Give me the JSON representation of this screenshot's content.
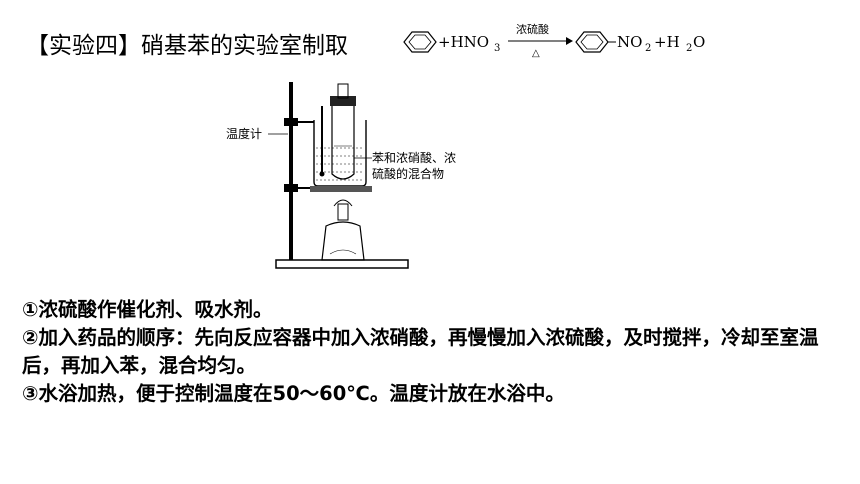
{
  "title": "【实验四】硝基苯的实验室制取",
  "equation": {
    "reactant_2": "+HNO",
    "reactant_2_sub": "3",
    "catalyst": "浓硫酸",
    "condition": "△",
    "product_group": "NO",
    "product_group_sub": "2",
    "plus": "+H",
    "water_sub": "2",
    "water_o": "O"
  },
  "apparatus": {
    "thermometer_label": "温度计",
    "mixture_label_line1": "苯和浓硝酸、浓",
    "mixture_label_line2": "硫酸的混合物"
  },
  "notes": [
    "①浓硫酸作催化剂、吸水剂。",
    "②加入药品的顺序：先向反应容器中加入浓硝酸，再慢慢加入浓硫酸，及时搅拌，冷却至室温后，再加入苯，混合均匀。",
    "③水浴加热，便于控制温度在50～60℃。温度计放在水浴中。"
  ]
}
